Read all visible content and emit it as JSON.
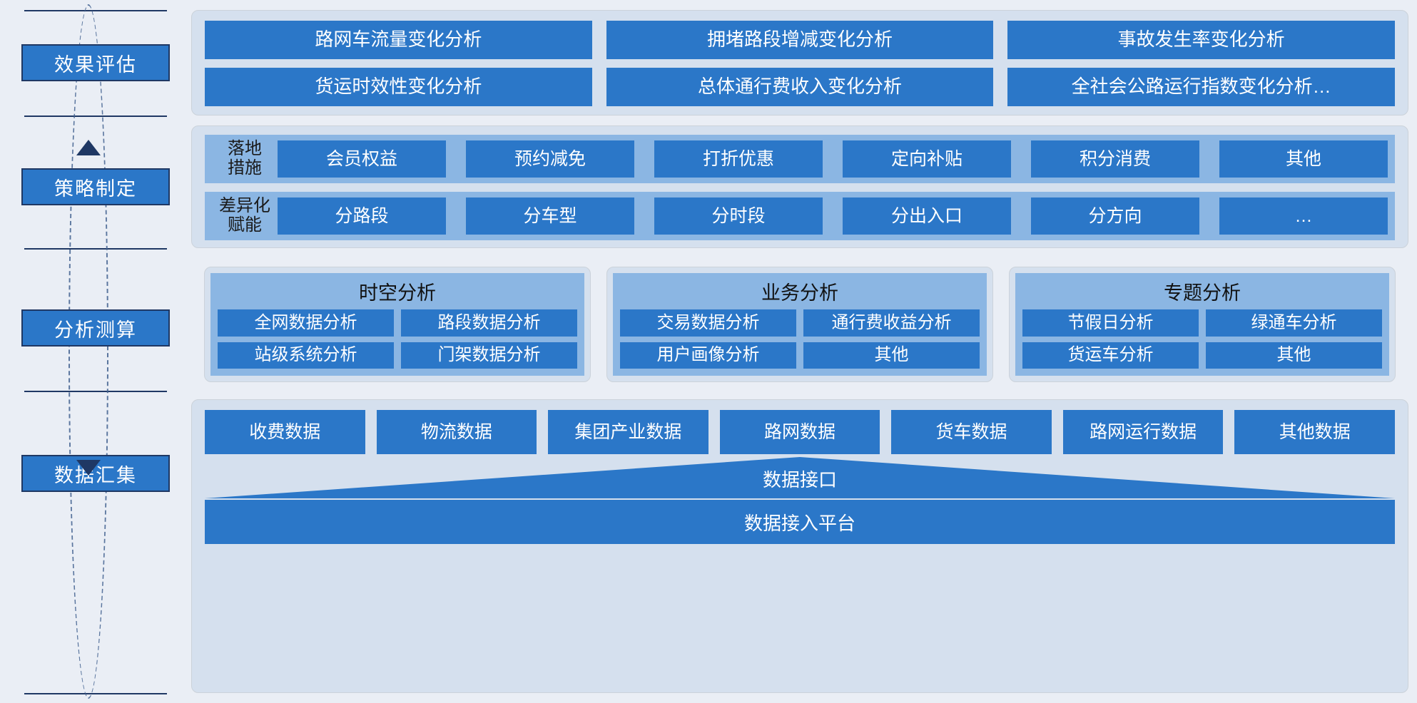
{
  "colors": {
    "page_background": "#eaeef5",
    "tile_blue": "#2b77c8",
    "panel_light": "#d5e0ee",
    "group_blue": "#8bb6e3",
    "navy": "#1f3864"
  },
  "rail": {
    "stages": [
      {
        "label": "效果评估"
      },
      {
        "label": "策略制定"
      },
      {
        "label": "分析测算"
      },
      {
        "label": "数据汇集"
      }
    ],
    "arrows": [
      {
        "direction": "up"
      },
      {
        "direction": "down"
      }
    ]
  },
  "evaluation": {
    "items": [
      "路网车流量变化分析",
      "拥堵路段增减变化分析",
      "事故发生率变化分析",
      "货运时效性变化分析",
      "总体通行费收入变化分析",
      "全社会公路运行指数变化分析…"
    ]
  },
  "strategy": {
    "rows": [
      {
        "label": "落地\n措施",
        "label_line1": "落地",
        "label_line2": "措施",
        "items": [
          "会员权益",
          "预约减免",
          "打折优惠",
          "定向补贴",
          "积分消费",
          "其他"
        ]
      },
      {
        "label": "差异化\n赋能",
        "label_line1": "差异化",
        "label_line2": "赋能",
        "items": [
          "分路段",
          "分车型",
          "分时段",
          "分出入口",
          "分方向",
          "…"
        ]
      }
    ]
  },
  "analysis": {
    "cards": [
      {
        "title": "时空分析",
        "items": [
          "全网数据分析",
          "路段数据分析",
          "站级系统分析",
          "门架数据分析"
        ]
      },
      {
        "title": "业务分析",
        "items": [
          "交易数据分析",
          "通行费收益分析",
          "用户画像分析",
          "其他"
        ]
      },
      {
        "title": "专题分析",
        "items": [
          "节假日分析",
          "绿通车分析",
          "货运车分析",
          "其他"
        ]
      }
    ]
  },
  "data_collection": {
    "sources": [
      "收费数据",
      "物流数据",
      "集团产业数据",
      "路网数据",
      "货车数据",
      "路网运行数据",
      "其他数据"
    ],
    "interface_label": "数据接口",
    "platform_label": "数据接入平台"
  }
}
